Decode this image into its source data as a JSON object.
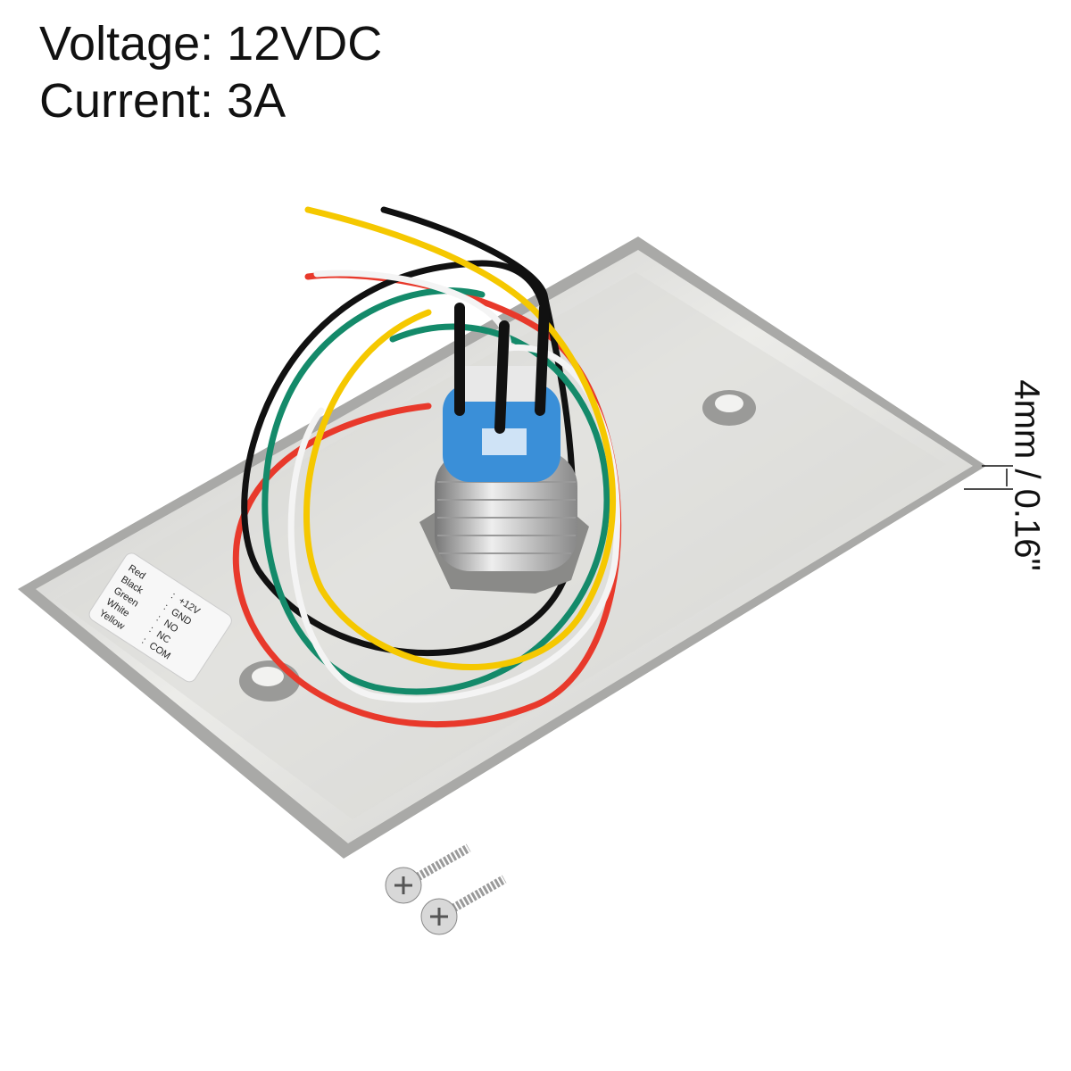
{
  "specs": {
    "voltage": "Voltage: 12VDC",
    "current": "Current: 3A"
  },
  "dimension": "4mm / 0.16\"",
  "wire_label": [
    {
      "color": "Red",
      "sep": ":",
      "function": "+12V"
    },
    {
      "color": "Black",
      "sep": ":",
      "function": "GND"
    },
    {
      "color": "Green",
      "sep": ":",
      "function": "NO"
    },
    {
      "color": "White",
      "sep": ":",
      "function": "NC"
    },
    {
      "color": "Yellow",
      "sep": ":",
      "function": "COM"
    }
  ],
  "colors": {
    "red": "#e8392b",
    "black": "#111111",
    "green": "#148a6a",
    "white": "#f4f4f4",
    "yellow": "#f5c800",
    "switch_blue": "#3a8fd8",
    "plate": "#d4d4d2"
  }
}
